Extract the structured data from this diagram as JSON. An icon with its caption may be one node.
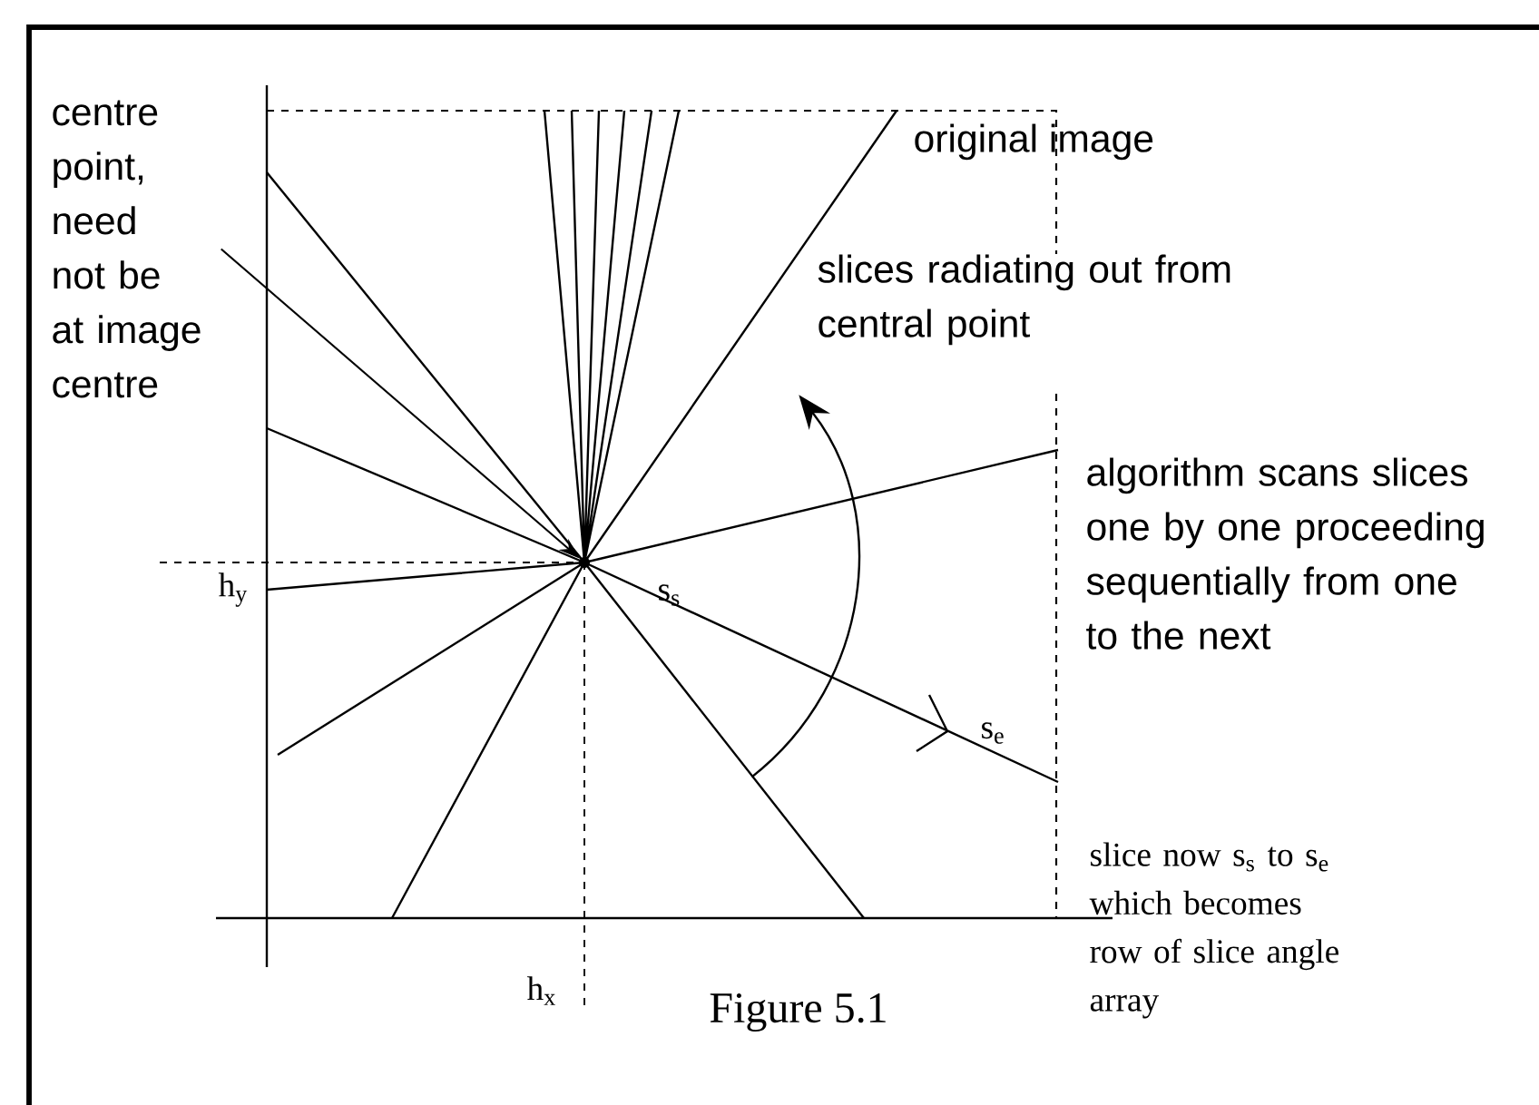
{
  "diagram": {
    "caption": "Figure 5.1",
    "nodes": [
      {
        "text": [
          "centre point, need not be at image centre"
        ]
      },
      {
        "text": [],
        "shape": "circle"
      }
    ],
    "edges": [
      {
        "from": 0,
        "to": 1,
        "arrow": "to"
      }
    ],
    "labels": [
      "original image",
      "slices radiating out from central point",
      "algorithm scans slices one by one proceeding sequentially from one to the next",
      "h$_{y}$",
      "s$_{s}$",
      "s$_{e}$",
      "h$_{x}$",
      "slice now s$_{s}$ to s$_{e}$ which becomes row of slice angle array"
    ]
  }
}
